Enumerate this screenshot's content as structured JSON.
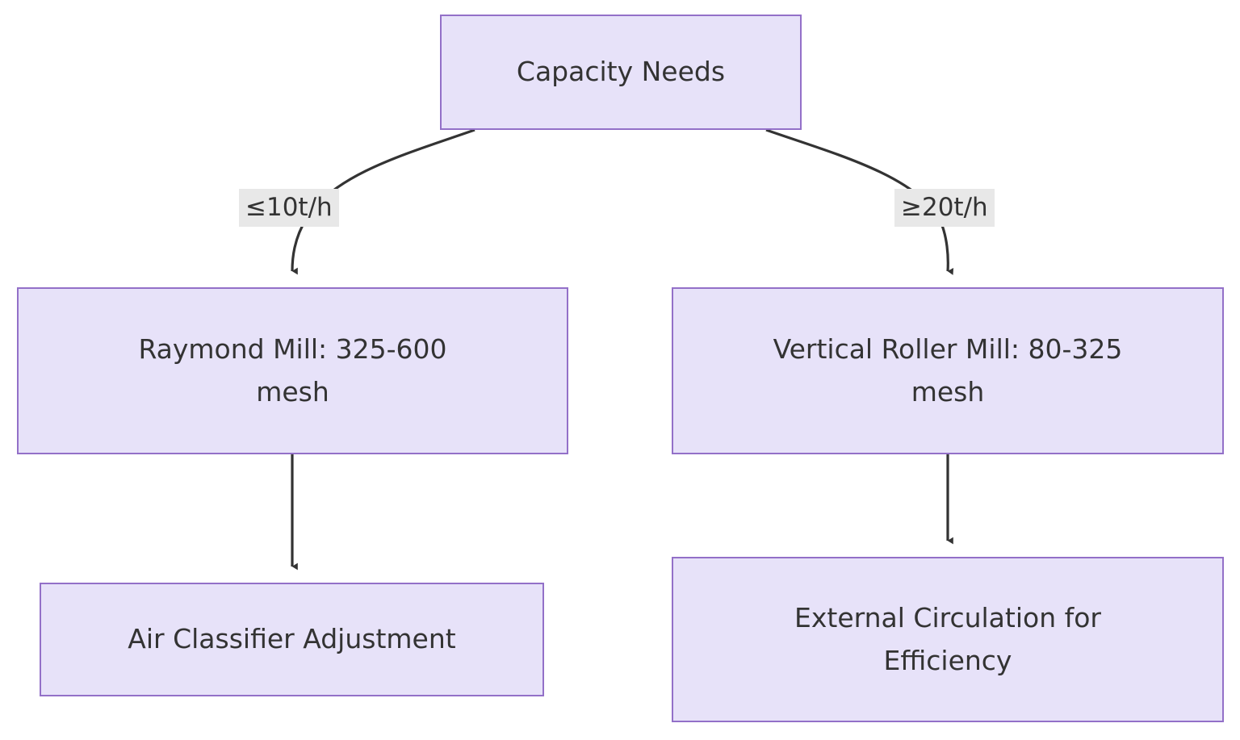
{
  "diagram": {
    "type": "flowchart",
    "direction": "top-down",
    "background_color": "#ffffff",
    "node_fill_color": "#e7e2f9",
    "node_border_color": "#9370c8",
    "edge_color": "#333333",
    "edge_label_background": "#e8e8e8",
    "text_color": "#333333",
    "nodes": [
      {
        "id": "capacity_needs",
        "label": "Capacity Needs"
      },
      {
        "id": "raymond_mill",
        "label": "Raymond Mill: 325-600\nmesh"
      },
      {
        "id": "vertical_roller_mill",
        "label": "Vertical Roller Mill: 80-325\nmesh"
      },
      {
        "id": "air_classifier",
        "label": "Air Classifier Adjustment"
      },
      {
        "id": "external_circulation",
        "label": "External Circulation for\nEfficiency"
      }
    ],
    "edges": [
      {
        "from": "capacity_needs",
        "to": "raymond_mill",
        "label": "≤10t/h"
      },
      {
        "from": "capacity_needs",
        "to": "vertical_roller_mill",
        "label": "≥20t/h"
      },
      {
        "from": "raymond_mill",
        "to": "air_classifier",
        "label": ""
      },
      {
        "from": "vertical_roller_mill",
        "to": "external_circulation",
        "label": ""
      }
    ]
  }
}
